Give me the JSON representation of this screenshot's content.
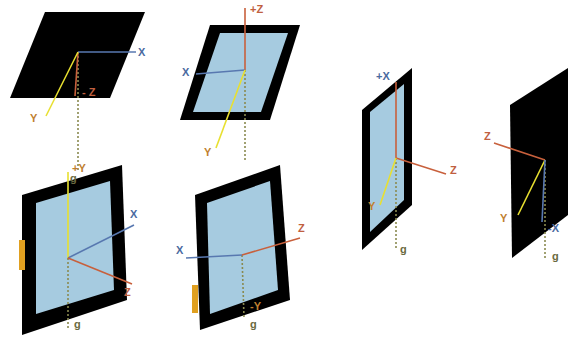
{
  "diagram": {
    "labels": [
      "X",
      "Y",
      "- Z",
      "g",
      "+Z",
      "X",
      "Y",
      "+X",
      "Z",
      "Y",
      "g",
      "Z",
      "Y",
      "-X",
      "g",
      "+Y",
      "X",
      "Z",
      "g",
      "X",
      "Z",
      "-Y",
      "g"
    ]
  }
}
